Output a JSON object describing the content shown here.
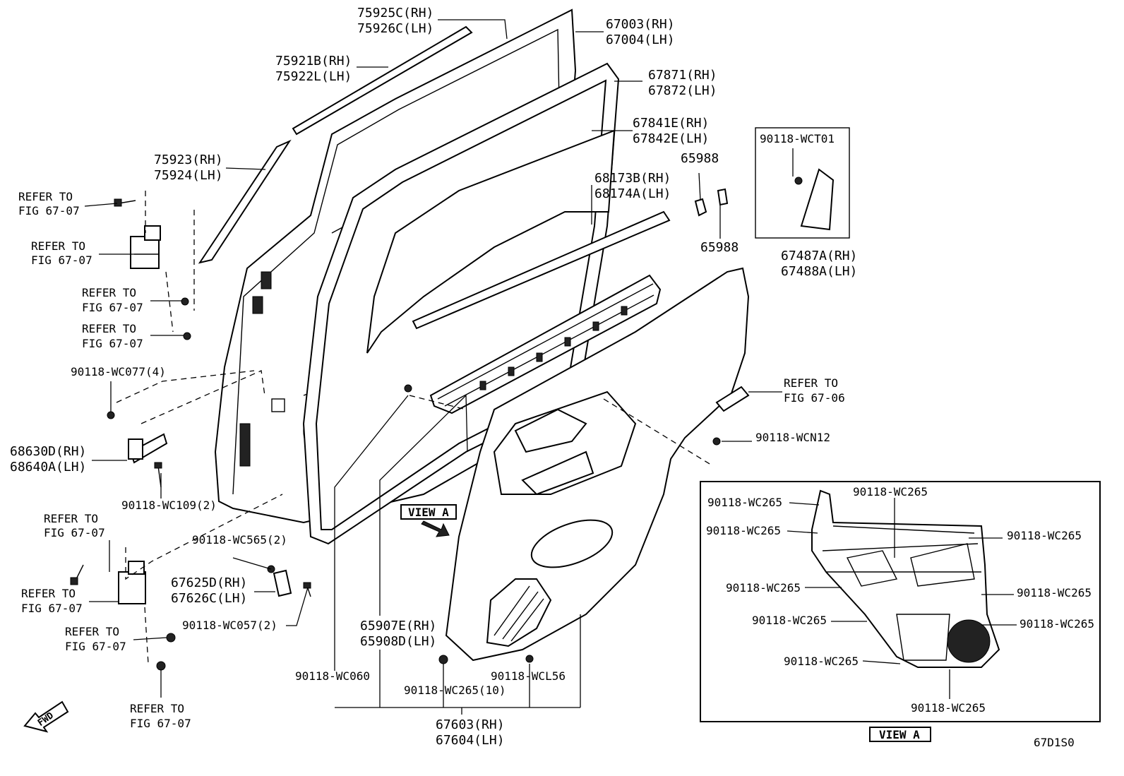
{
  "labels": {
    "p75925c": "75925C(RH)",
    "p75926c": "75926C(LH)",
    "p67003": "67003(RH)",
    "p67004": "67004(LH)",
    "p75921b": "75921B(RH)",
    "p75922l": "75922L(LH)",
    "p67871": "67871(RH)",
    "p67872": "67872(LH)",
    "p67841e": "67841E(RH)",
    "p67842e": "67842E(LH)",
    "p75923": "75923(RH)",
    "p75924": "75924(LH)",
    "p65988_top": "65988",
    "p65988_bot": "65988",
    "p68173b": "68173B(RH)",
    "p68174a": "68174A(LH)",
    "p90118_wct01": "90118-WCT01",
    "p67487a": "67487A(RH)",
    "p67488a": "67488A(LH)",
    "refer_to": "REFER TO",
    "fig_67_07": "FIG 67-07",
    "fig_67_06": "FIG 67-06",
    "p90118_wc077": "90118-WC077(4)",
    "p68630d": "68630D(RH)",
    "p68640a": "68640A(LH)",
    "p90118_wc109": "90118-WC109(2)",
    "p90118_wcn12": "90118-WCN12",
    "p90118_wc565": "90118-WC565(2)",
    "p67625d": "67625D(RH)",
    "p67626c": "67626C(LH)",
    "p90118_wc057": "90118-WC057(2)",
    "p65907e": "65907E(RH)",
    "p65908d": "65908D(LH)",
    "p90118_wc060": "90118-WC060",
    "p90118_wc265_10": "90118-WC265(10)",
    "p90118_wcl56": "90118-WCL56",
    "p67603": "67603(RH)",
    "p67604": "67604(LH)",
    "p90118_wc265": "90118-WC265",
    "view_a": "VIEW A",
    "fwd": "FWD",
    "figure_code": "67D1S0"
  }
}
